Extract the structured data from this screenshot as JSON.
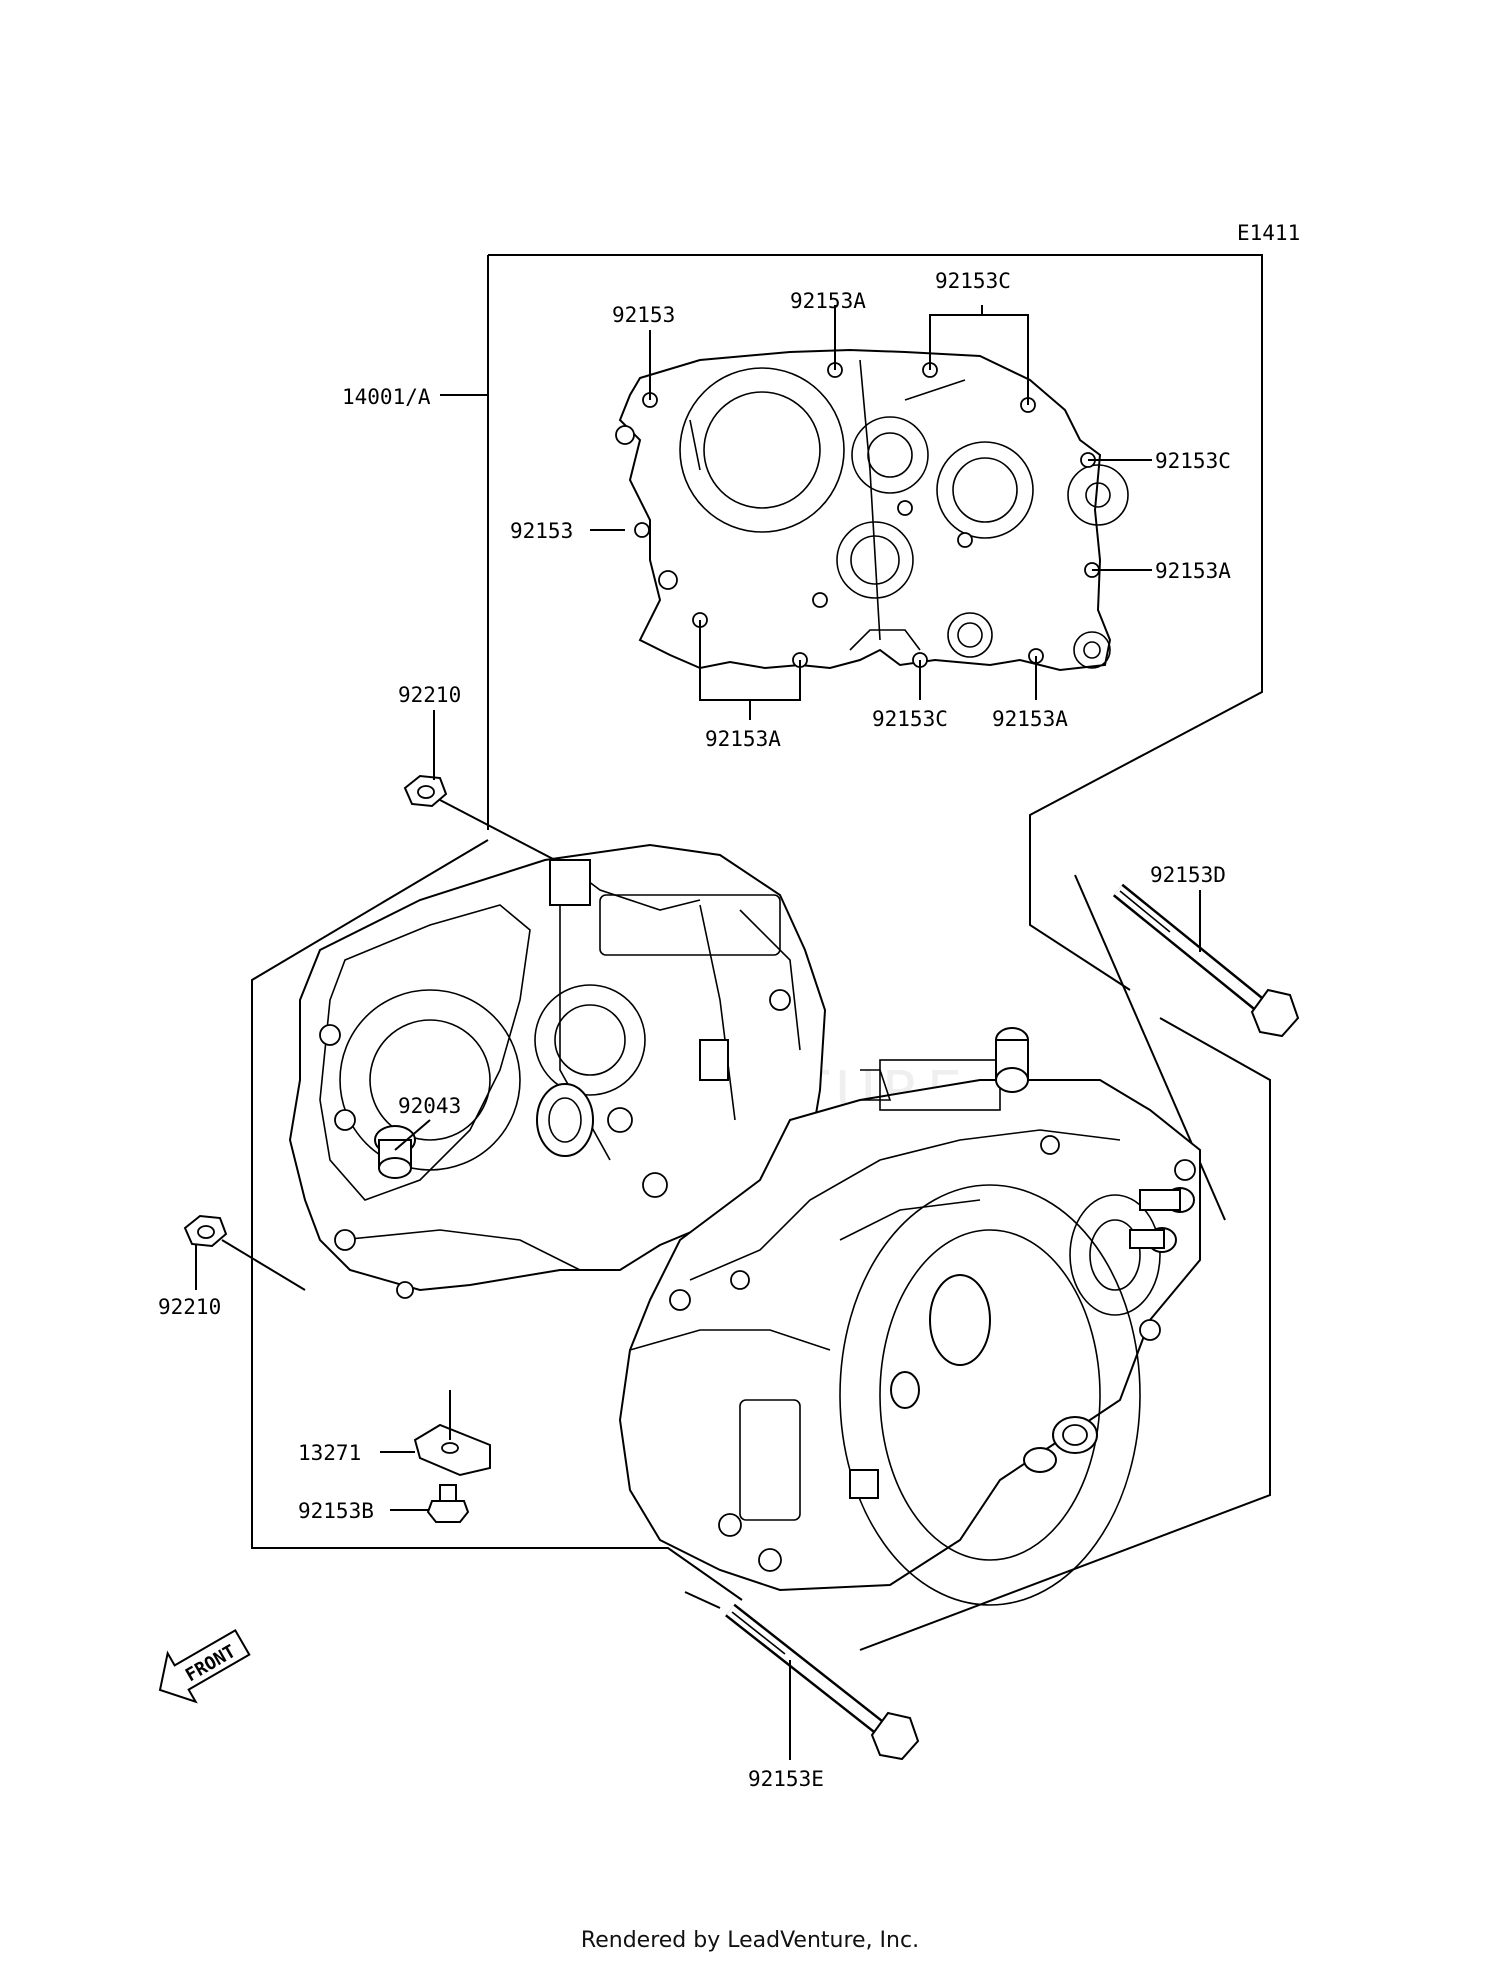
{
  "diagram_code": "E1411",
  "labels": {
    "assembly": "14001/A",
    "bolt_upper_left_a": "92153",
    "bolt_upper_left_b": "92153",
    "bolt_top_a": "92153A",
    "bolt_top_c": "92153C",
    "bolt_right_c": "92153C",
    "bolt_right_a": "92153A",
    "bolt_bottom_a_left": "92153A",
    "bolt_bottom_c": "92153C",
    "bolt_bottom_a_right": "92153A",
    "nut_upper": "92210",
    "nut_lower": "92210",
    "dowel": "92043",
    "bolt_d": "92153D",
    "plate": "13271",
    "bolt_b": "92153B",
    "bolt_e": "92153E"
  },
  "front_marker": "FRONT",
  "watermark": "LEADVENTURE",
  "footer": "Rendered by LeadVenture, Inc."
}
